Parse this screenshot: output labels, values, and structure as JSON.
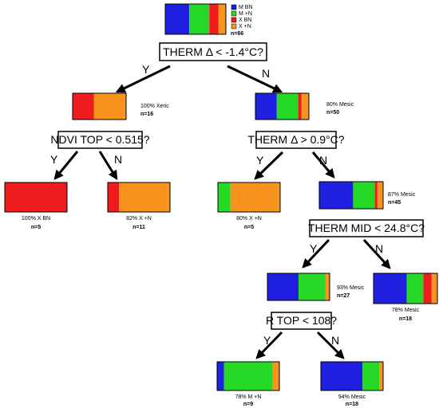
{
  "colors": {
    "m_bn": "#1f1fe0",
    "m_n": "#27d927",
    "x_bn": "#ee1c1c",
    "x_n": "#f7931e",
    "outline": "#000000",
    "arrow": "#000000"
  },
  "legend": {
    "items": [
      "M BN",
      "M +N",
      "X BN",
      "X +N"
    ],
    "n": "n=66"
  },
  "questions": {
    "q1": "THERM Δ < -1.4°C?",
    "q2": "NDVI TOP < 0.515?",
    "q3": "THERM Δ > 0.9°C?",
    "q4": "THERM MID < 24.8°C?",
    "q5": "R TOP < 108?"
  },
  "branch_labels": {
    "q1_yes": "Y",
    "q1_no": "N",
    "q2_yes": "Y",
    "q2_no": "N",
    "q3_yes": "Y",
    "q3_no": "N",
    "q4_yes": "Y",
    "q4_no": "N",
    "q5_yes": "Y",
    "q5_no": "N"
  },
  "nodes": {
    "root": {
      "fractions": [
        0.394,
        0.333,
        0.152,
        0.121
      ]
    },
    "xeric": {
      "label": "100% Xeric",
      "n": "n=16",
      "fractions": [
        0,
        0,
        0.4,
        0.6
      ]
    },
    "mesic50": {
      "label": "80% Mesic",
      "n": "n=50",
      "fractions": [
        0.4,
        0.4,
        0.06,
        0.14
      ]
    },
    "xbn5": {
      "label": "100% X BN",
      "n": "n=5",
      "fractions": [
        0,
        0,
        1,
        0
      ]
    },
    "xn11": {
      "label": "82% X +N",
      "n": "n=11",
      "fractions": [
        0,
        0,
        0.18,
        0.82
      ]
    },
    "xn5": {
      "label": "80% X +N",
      "n": "n=5",
      "fractions": [
        0,
        0.2,
        0,
        0.8
      ]
    },
    "mesic45": {
      "label": "87% Mesic",
      "n": "n=45",
      "fractions": [
        0.53,
        0.34,
        0.04,
        0.09
      ]
    },
    "mesic27": {
      "label": "93% Mesic",
      "n": "n=27",
      "fractions": [
        0.5,
        0.43,
        0,
        0.07
      ]
    },
    "mesic18a": {
      "label": "78% Mesic",
      "n": "n=18",
      "fractions": [
        0.52,
        0.26,
        0.13,
        0.09
      ]
    },
    "mn9": {
      "label": "78% M +N",
      "n": "n=9",
      "fractions": [
        0.11,
        0.78,
        0,
        0.11
      ]
    },
    "mesic18b": {
      "label": "94% Mesic",
      "n": "n=18",
      "fractions": [
        0.67,
        0.27,
        0,
        0.06
      ]
    }
  }
}
